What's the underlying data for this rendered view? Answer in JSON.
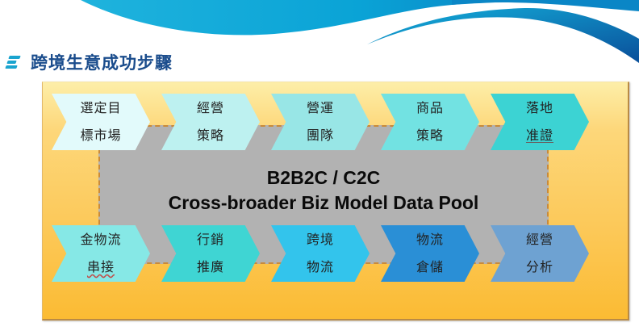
{
  "heading": {
    "icon": "stacked-bars-logo-icon",
    "title": "跨境生意成功步驟"
  },
  "pool": {
    "line1": "B2B2C / C2C",
    "line2": "Cross-broader Biz Model Data Pool"
  },
  "top_row": [
    {
      "line1": "選定目",
      "line2": "標市場",
      "color": "#e2fafb"
    },
    {
      "line1": "經營",
      "line2": "策略",
      "color": "#bdf1f0"
    },
    {
      "line1": "營運",
      "line2": "團隊",
      "color": "#98e6e6"
    },
    {
      "line1": "商品",
      "line2": "策略",
      "color": "#72e2e2"
    },
    {
      "line1": "落地",
      "line2": "准證",
      "color": "#3cd3d3"
    }
  ],
  "bottom_row": [
    {
      "line1": "金物流",
      "line2": "串接",
      "color": "#86e8e6"
    },
    {
      "line1": "行銷",
      "line2": "推廣",
      "color": "#3fd5d3"
    },
    {
      "line1": "跨境",
      "line2": "物流",
      "color": "#33c4ec"
    },
    {
      "line1": "物流",
      "line2": "倉儲",
      "color": "#2a8fd6"
    },
    {
      "line1": "經營",
      "line2": "分析",
      "color": "#6ea2d2"
    }
  ],
  "colors": {
    "title": "#1a4c8c",
    "accent_blue": "#1aa4cf",
    "pool_fill": "#b2b2b2",
    "pool_border": "#c98a3a",
    "panel_top": "#fdeea8",
    "panel_bottom": "#fbbb33"
  }
}
